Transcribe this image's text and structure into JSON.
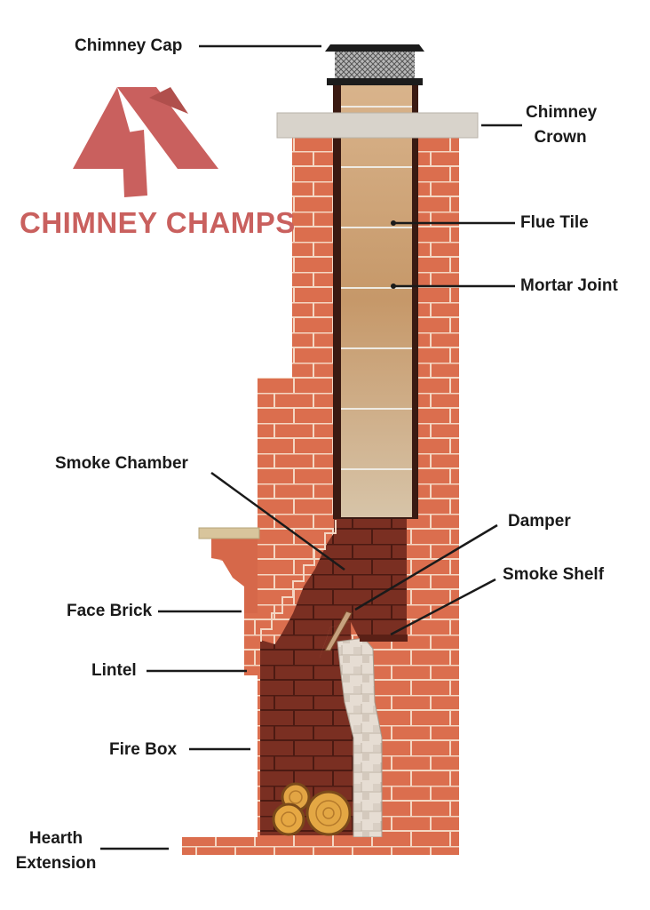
{
  "brand": {
    "name": "CHIMNEY CHAMPS",
    "color": "#c9605e"
  },
  "labels": {
    "chimney_cap": "Chimney Cap",
    "chimney_crown_line1": "Chimney",
    "chimney_crown_line2": "Crown",
    "flue_tile": "Flue Tile",
    "mortar_joint": "Mortar Joint",
    "smoke_chamber": "Smoke Chamber",
    "damper": "Damper",
    "smoke_shelf": "Smoke Shelf",
    "face_brick": "Face Brick",
    "lintel": "Lintel",
    "fire_box": "Fire Box",
    "hearth_extension_line1": "Hearth",
    "hearth_extension_line2": "Extension"
  },
  "colors": {
    "brick": "#d86a4a",
    "brick_dark": "#6b2a1f",
    "mortar": "#f3d8c4",
    "flue": "#c99a6e",
    "crown": "#d7d3cc",
    "cap": "#1c1c1c",
    "firebrick": "#e9e0d6",
    "wood": "#e0a441"
  }
}
